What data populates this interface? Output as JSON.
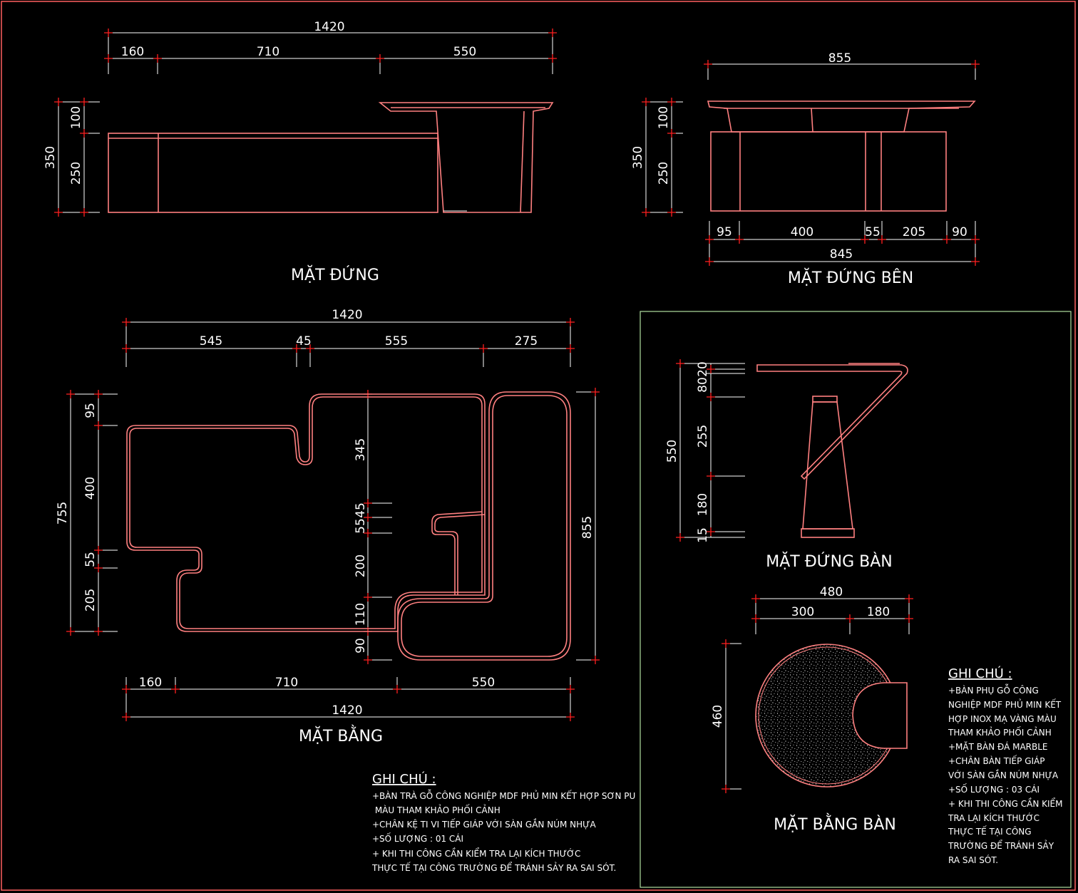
{
  "views": {
    "front": {
      "title": "MẶT ĐỨNG",
      "dims": {
        "overall": "1420",
        "w1": "160",
        "w2": "710",
        "w3": "550",
        "h_total": "350",
        "h_top": "100",
        "h_body": "250"
      }
    },
    "side": {
      "title": "MẶT ĐỨNG BÊN",
      "dims": {
        "top": "855",
        "h_total": "350",
        "h_top": "100",
        "h_body": "250",
        "b1": "95",
        "b2": "400",
        "b3": "55",
        "b4": "205",
        "b5": "90",
        "bottom": "845"
      }
    },
    "plan": {
      "title": "MẶT BẰNG",
      "dims": {
        "overall_top": "1420",
        "t1": "545",
        "t2": "45",
        "t3": "555",
        "t4": "275",
        "left_total": "755",
        "l1": "95",
        "l2": "400",
        "l3": "55",
        "l4": "205",
        "m1": "345",
        "m2": "55",
        "m3": "45",
        "m4": "200",
        "m5": "110",
        "m6": "90",
        "right_total": "855",
        "b1": "160",
        "b2": "710",
        "b3": "550",
        "overall_bottom": "1420"
      }
    },
    "table_elev": {
      "title": "MẶT ĐỨNG BÀN",
      "dims": {
        "total": "550",
        "d1": "80",
        "d2": "20",
        "d3": "255",
        "d4": "180",
        "d5": "15"
      }
    },
    "table_plan": {
      "title": "MẶT BẰNG BÀN",
      "dims": {
        "total_w": "480",
        "w1": "300",
        "w2": "180",
        "h": "460"
      }
    }
  },
  "notes_main": {
    "heading": "GHI CHÚ :",
    "lines": [
      "+BÀN TRÀ GỖ CÔNG NGHIỆP MDF PHỦ MIN KẾT HỢP SƠN PU",
      " MÀU THAM KHẢO PHỐI CẢNH",
      "+CHÂN KỆ TI VI TIẾP GIÁP VỚI SÀN GẮN NÚM NHỰA",
      "+SỐ LƯỢNG : 01 CÁI",
      "+ KHI THI CÔNG CẦN KIỂM TRA LẠI KÍCH THƯỚC",
      "THỰC TẾ TẠI CÔNG TRƯỜNG ĐỂ TRÁNH SẢY RA SAI SÓT."
    ]
  },
  "notes_table": {
    "heading": "GHI CHÚ :",
    "lines": [
      "+BÀN PHỤ GỖ CÔNG",
      "NGHIỆP MDF PHỦ MIN KẾT",
      "HỢP INOX MẠ VÀNG MÀU",
      "THAM KHẢO PHỐI CẢNH",
      "+MẶT BÀN ĐÁ MARBLE",
      "+CHÂN BÀN TIẾP GIÁP",
      "VỚI SÀN GẮN NÚM NHỰA",
      "+SỐ LƯỢNG : 03 CÁI",
      "+ KHI THI CÔNG CẦN KIỂM",
      "TRA LẠI KÍCH THƯỚC",
      "THỰC TẾ TẠI CÔNG",
      "TRƯỜNG ĐỂ TRÁNH SẢY",
      "RA SAI SÓT."
    ]
  },
  "colors": {
    "background": "#000000",
    "object_line": "#ff8080",
    "dimension_tick": "#ff2020",
    "text": "#ffffff",
    "frame": "#ff6060",
    "panel_frame": "#b0e0a0"
  }
}
